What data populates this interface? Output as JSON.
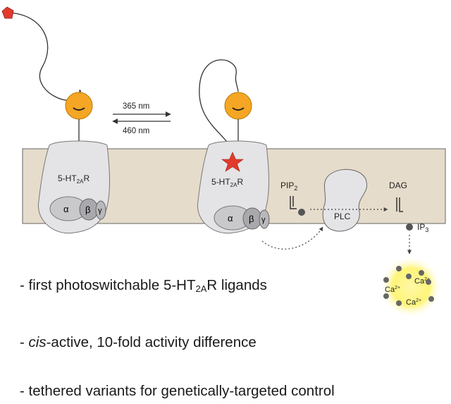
{
  "arrows": {
    "forward_label": "365 nm",
    "reverse_label": "460 nm"
  },
  "receptor_left": {
    "name": "5-HT",
    "sub": "2A",
    "suffix": "R"
  },
  "receptor_right": {
    "name": "5-HT",
    "sub": "2A",
    "suffix": "R"
  },
  "gprotein": {
    "alpha": "α",
    "beta": "β",
    "gamma": "γ"
  },
  "signaling": {
    "pip_label": "PIP",
    "pip_sub": "2",
    "plc_label": "PLC",
    "dag_label": "DAG",
    "ip_label": "IP",
    "ip_sub": "3",
    "calcium": [
      {
        "base": "Ca",
        "sup": "2+"
      },
      {
        "base": "Ca",
        "sup": "2+"
      },
      {
        "base": "Ca",
        "sup": "2+"
      }
    ]
  },
  "bullets": {
    "b1_prefix": "- first photoswitchable 5-HT",
    "b1_sub": "2A",
    "b1_suffix": "R ligands",
    "b2_dash": "- ",
    "b2_italic": "cis",
    "b2_rest": "-active, 10-fold activity difference",
    "b3": "- tethered variants for genetically-targeted control"
  },
  "colors": {
    "membrane": "#e6dccb",
    "receptor": "#e4e4e6",
    "ligand_head": "#f4a624",
    "star": "#e23b2e",
    "calcium_glow": "#fff36a"
  }
}
